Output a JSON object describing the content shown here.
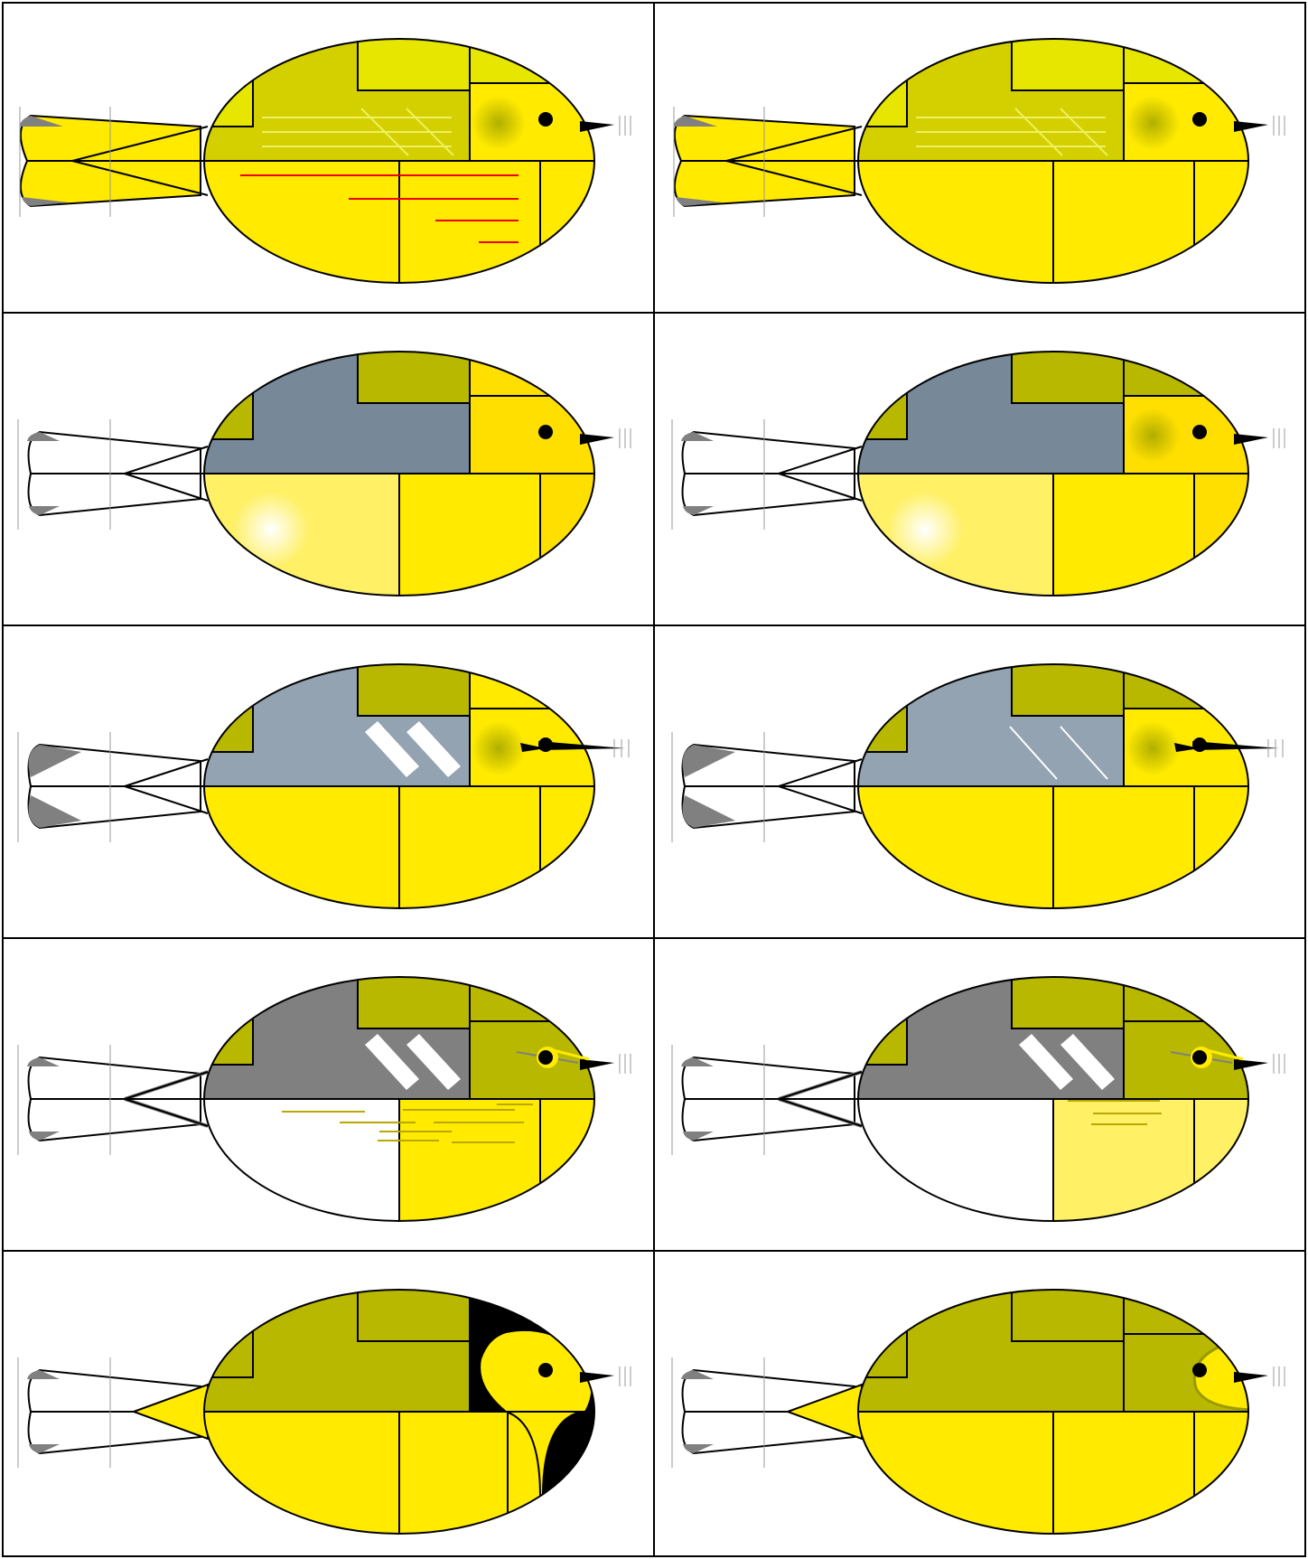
{
  "colors": {
    "yellow": "#ffea00",
    "olive": "#b8b800",
    "olive_light": "#d4d000",
    "lime": "#e6e600",
    "slate_gray": "#778899",
    "light_slate": "#94a3b2",
    "gray": "#808080",
    "black": "#000000",
    "pale_yellow": "#fff066",
    "gold": "#ffdf00",
    "streak_red": "#ee0000"
  },
  "birds": [
    {
      "id": "r1-left",
      "tail": "yellow",
      "tail_tips": "gray",
      "upper": "olive_light",
      "crown": "lime",
      "nape": "lime",
      "head": "yellow",
      "cheek_spot": true,
      "back_streaks": true,
      "lower": [
        "yellow",
        "yellow",
        "yellow"
      ],
      "red_streaks": true
    },
    {
      "id": "r1-right",
      "tail": "yellow",
      "tail_tips": "gray",
      "upper": "olive_light",
      "crown": "lime",
      "nape": "lime",
      "head": "yellow",
      "cheek_spot": true,
      "back_streaks": true,
      "lower": [
        "yellow",
        "yellow",
        "yellow"
      ],
      "red_streaks": false
    },
    {
      "id": "r2-left",
      "tail": "white",
      "tail_tips": "gray",
      "upper": "slate_gray",
      "crown": "olive",
      "nape": "gold",
      "head": "gold",
      "cheek_spot": false,
      "lower": [
        "pale_yellow",
        "yellow",
        "gold"
      ],
      "belly_glow": true
    },
    {
      "id": "r2-right",
      "tail": "white",
      "tail_tips": "gray",
      "upper": "slate_gray",
      "crown": "olive",
      "nape": "olive",
      "head": "gold",
      "cheek_spot": true,
      "lower": [
        "pale_yellow",
        "yellow",
        "gold"
      ],
      "belly_glow": true
    },
    {
      "id": "r3-left",
      "tail": "white",
      "tail_tips": "gray_wedge",
      "upper": "light_slate",
      "crown": "olive",
      "nape": "yellow",
      "head": "yellow",
      "cheek_spot": true,
      "wing_bars": "thick",
      "long_bill": true,
      "lower": [
        "yellow",
        "yellow",
        "yellow"
      ]
    },
    {
      "id": "r3-right",
      "tail": "white",
      "tail_tips": "gray_wedge",
      "upper": "light_slate",
      "crown": "olive",
      "nape": "olive",
      "head": "yellow",
      "cheek_spot": true,
      "wing_bars": "thin",
      "long_bill": true,
      "lower": [
        "yellow",
        "yellow",
        "yellow"
      ]
    },
    {
      "id": "r4-left",
      "tail": "white",
      "tail_tips": "gray",
      "upper": "gray",
      "crown": "olive",
      "nape": "olive",
      "head": "olive",
      "eye_ring": true,
      "wing_bars": "thick",
      "lower": [
        "white",
        "yellow",
        "yellow"
      ],
      "olive_streaks": "many"
    },
    {
      "id": "r4-right",
      "tail": "white",
      "tail_tips": "gray",
      "upper": "gray",
      "crown": "olive",
      "nape": "olive",
      "head": "olive",
      "eye_ring": true,
      "wing_bars": "thick",
      "lower": [
        "white",
        "pale_yellow",
        "pale_yellow"
      ],
      "olive_streaks": "few"
    },
    {
      "id": "r5-left",
      "tail": "white",
      "tail_tips": "gray",
      "tail_center": "yellow",
      "upper": "olive",
      "crown": "olive",
      "nape": "black",
      "head": "black",
      "yellow_face": true,
      "lower": [
        "yellow",
        "yellow",
        "black"
      ]
    },
    {
      "id": "r5-right",
      "tail": "white",
      "tail_tips": "gray",
      "tail_center": "yellow",
      "upper": "olive",
      "crown": "olive",
      "nape": "olive",
      "head": "olive",
      "yellow_face_outlined": true,
      "lower": [
        "yellow",
        "yellow",
        "yellow"
      ]
    }
  ]
}
